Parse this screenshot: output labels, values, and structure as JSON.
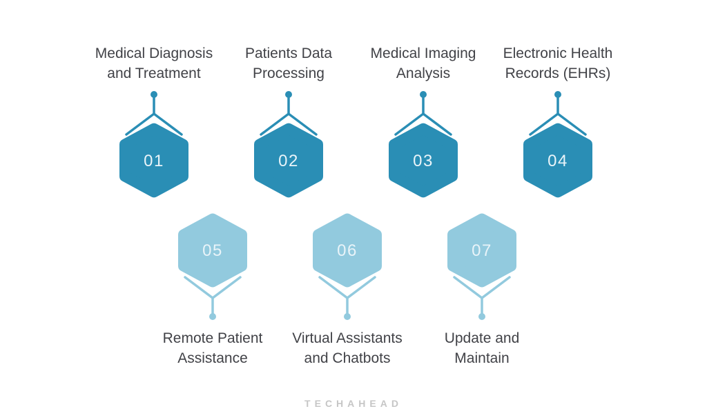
{
  "nodes": [
    {
      "number": "01",
      "label_line1": "Medical Diagnosis",
      "label_line2": "and Treatment",
      "row": "top"
    },
    {
      "number": "02",
      "label_line1": "Patients Data",
      "label_line2": "Processing",
      "row": "top"
    },
    {
      "number": "03",
      "label_line1": "Medical Imaging",
      "label_line2": "Analysis",
      "row": "top"
    },
    {
      "number": "04",
      "label_line1": "Electronic Health",
      "label_line2": "Records (EHRs)",
      "row": "top"
    },
    {
      "number": "05",
      "label_line1": "Remote Patient",
      "label_line2": "Assistance",
      "row": "bottom"
    },
    {
      "number": "06",
      "label_line1": "Virtual Assistants",
      "label_line2": "and Chatbots",
      "row": "bottom"
    },
    {
      "number": "07",
      "label_line1": "Update and",
      "label_line2": "Maintain",
      "row": "bottom"
    }
  ],
  "footer": {
    "logo_text": "TECHAHEAD"
  },
  "colors": {
    "hex_dark": "#2a8eb5",
    "hex_light": "#92cade",
    "label_text": "#414247",
    "number_text": "#e9f4f9",
    "logo_color": "#c6c6c6",
    "bg": "#ffffff"
  }
}
